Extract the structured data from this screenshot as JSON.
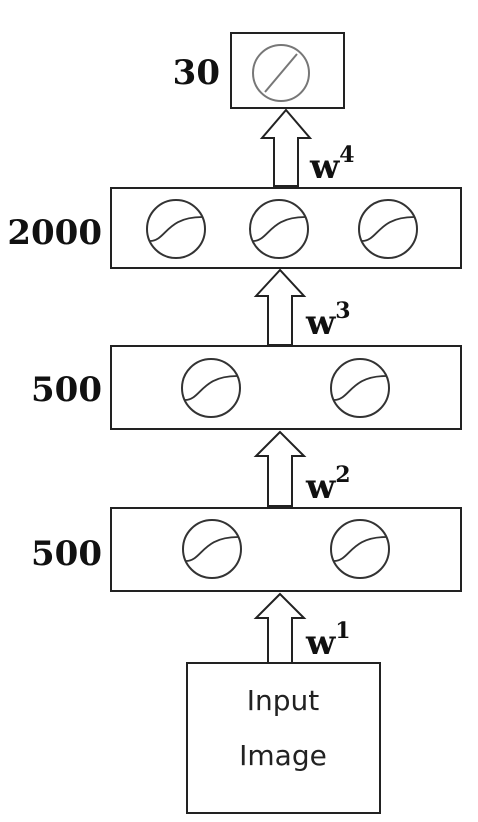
{
  "layers": [
    {
      "size_label": "30",
      "activation": "linear"
    },
    {
      "size_label": "2000",
      "activation": "logistic"
    },
    {
      "size_label": "500",
      "activation": "logistic"
    },
    {
      "size_label": "500",
      "activation": "logistic"
    }
  ],
  "weights": [
    {
      "base": "w",
      "index": "4"
    },
    {
      "base": "w",
      "index": "3"
    },
    {
      "base": "w",
      "index": "2"
    },
    {
      "base": "w",
      "index": "1"
    }
  ],
  "input": {
    "line1": "Input",
    "line2": "Image"
  }
}
